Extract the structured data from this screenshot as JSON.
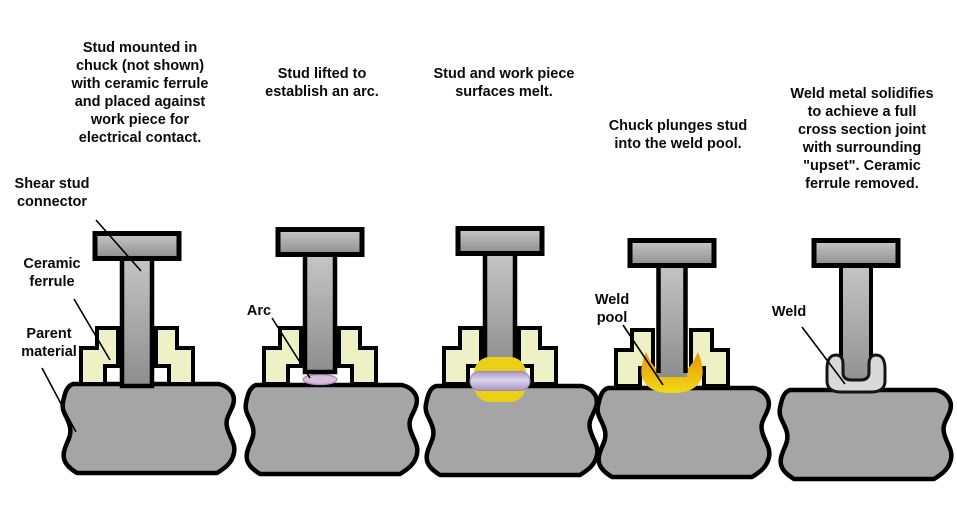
{
  "stages": [
    {
      "id": 1,
      "caption": "Stud mounted in\nchuck (not shown)\nwith ceramic ferrule\nand placed against\nwork piece for\nelectrical contact."
    },
    {
      "id": 2,
      "caption": "Stud lifted to\nestablish an arc."
    },
    {
      "id": 3,
      "caption": "Stud and work piece\nsurfaces melt."
    },
    {
      "id": 4,
      "caption": "Chuck plunges stud\ninto the weld pool."
    },
    {
      "id": 5,
      "caption": "Weld metal solidifies\nto achieve a full\ncross section joint\nwith surrounding\n\"upset\". Ceramic\nferrule removed."
    }
  ],
  "labels": {
    "shear_stud_connector": "Shear stud\nconnector",
    "ceramic_ferrule": "Ceramic\nferrule",
    "parent_material": "Parent\nmaterial",
    "arc": "Arc",
    "weld_pool": "Weld\npool",
    "weld": "Weld"
  },
  "colors": {
    "outline": "#000000",
    "stud_light": "#c8c8c8",
    "stud_dark": "#8d8d8d",
    "ferrule": "#eef1c6",
    "parent": "#a5a5a5",
    "arc": "#d8bedd",
    "melt": "#ecd018",
    "band_edge": "#a795c3",
    "band_center": "#ded5ec",
    "pool_top": "#e6940c",
    "pool_bottom": "#f2da14",
    "weld": "#d9d9d9"
  }
}
